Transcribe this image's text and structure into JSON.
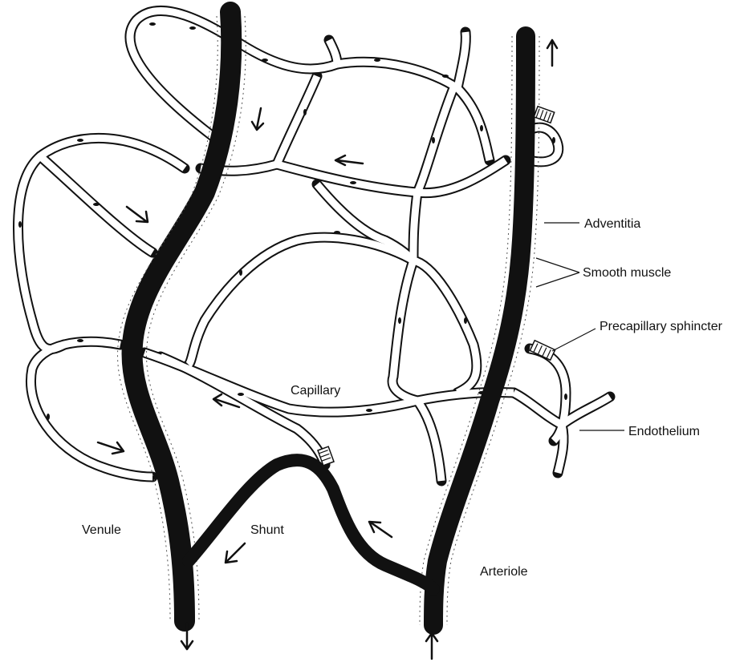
{
  "labels": {
    "adventitia": "Adventitia",
    "smooth_muscle": "Smooth muscle",
    "precapillary_sphincter": "Precapillary sphincter",
    "endothelium": "Endothelium",
    "capillary": "Capillary",
    "venule": "Venule",
    "shunt": "Shunt",
    "arteriole": "Arteriole"
  },
  "colors": {
    "ink": "#111111",
    "background": "#ffffff"
  },
  "flow_arrows": [
    "flow-arrow-up",
    "flow-arrow-down"
  ]
}
